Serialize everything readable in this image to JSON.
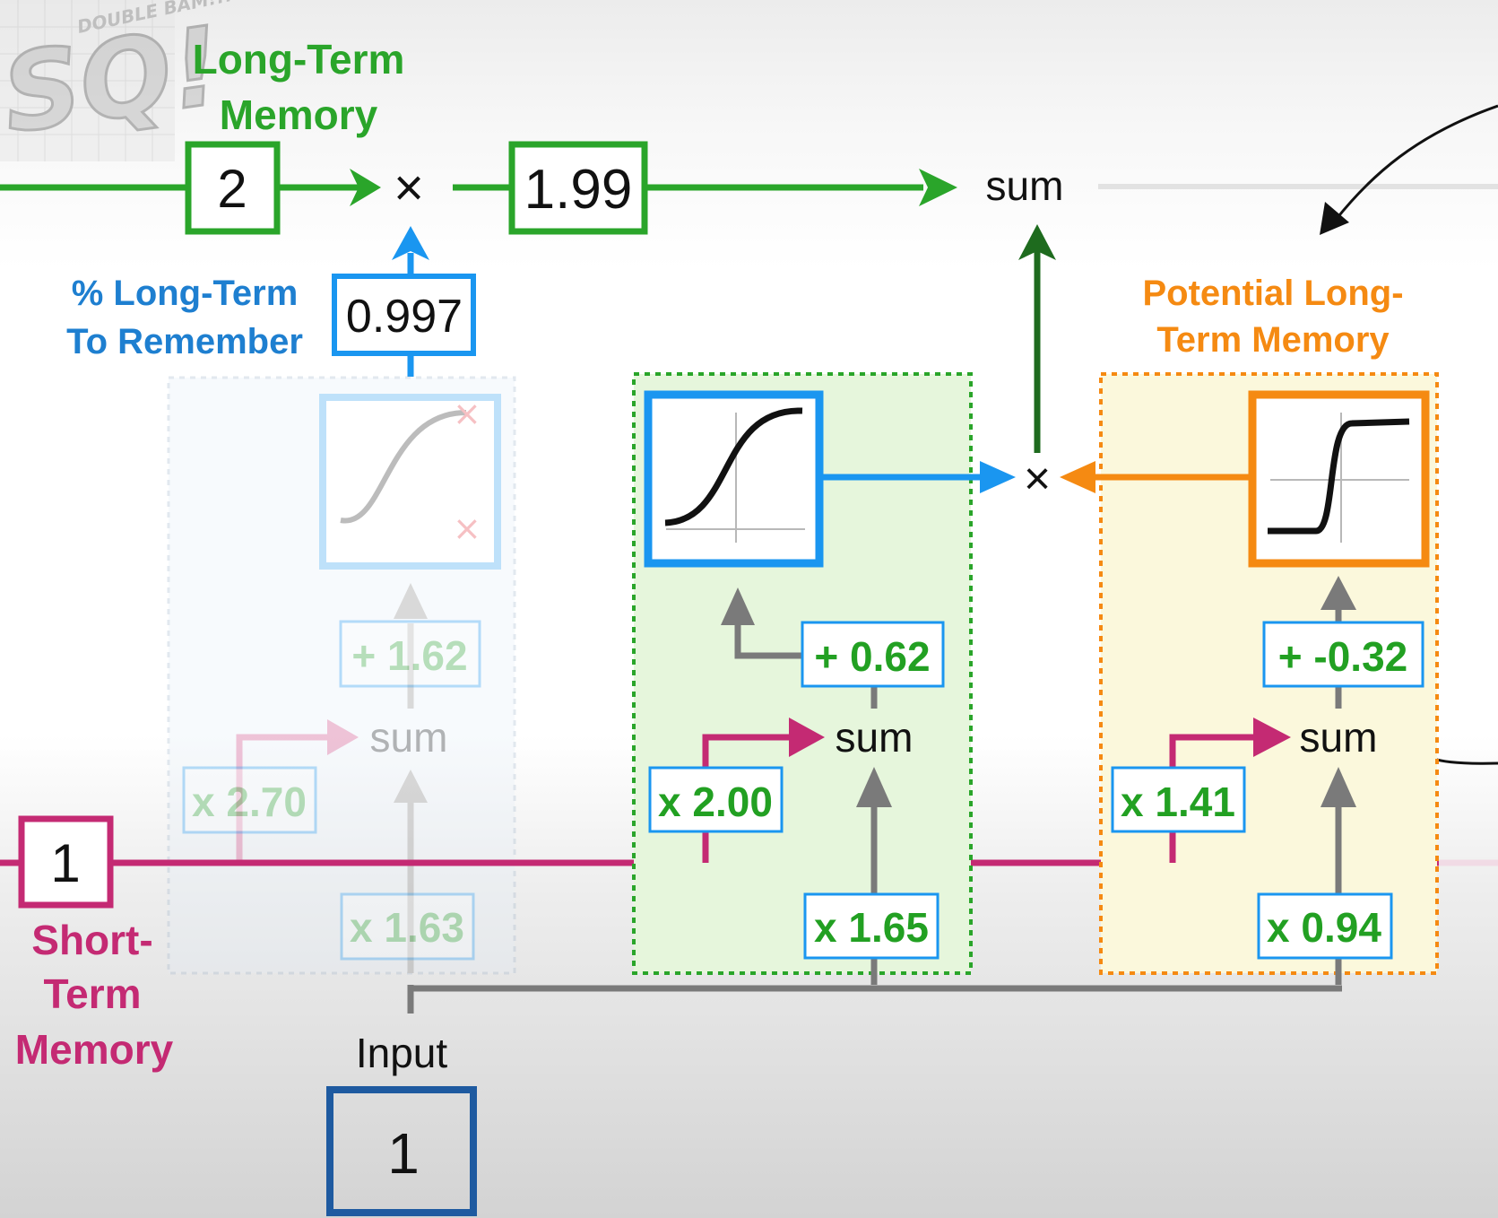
{
  "logo": {
    "big_text": "SQ!",
    "small_text": "DOUBLE BAM!!!"
  },
  "long_term": {
    "title_line1": "Long-Term",
    "title_line2": "Memory",
    "input_value": "2",
    "output_value": "1.99",
    "multiply_symbol": "×",
    "sum_label": "sum"
  },
  "forget_gate": {
    "label_line1": "% Long-Term",
    "label_line2": "To Remember",
    "output_value": "0.997",
    "bias": "+ 1.62",
    "sum_label": "sum",
    "short_term_weight": "x 2.70",
    "input_weight": "x 1.63"
  },
  "input_gate": {
    "bias": "+ 0.62",
    "sum_label": "sum",
    "short_term_weight": "x 2.00",
    "input_weight": "x 1.65"
  },
  "candidate": {
    "label_line1": "Potential Long-",
    "label_line2": "Term Memory",
    "bias": "+ -0.32",
    "sum_label": "sum",
    "short_term_weight": "x 1.41",
    "input_weight": "x 0.94"
  },
  "middle_multiply_symbol": "×",
  "short_term": {
    "value": "1",
    "label_line1": "Short-",
    "label_line2": "Term",
    "label_line3": "Memory"
  },
  "input": {
    "label": "Input",
    "value": "1"
  },
  "colors": {
    "green": "#2aa52a",
    "dark_green": "#1e6b1e",
    "blue": "#1a96f0",
    "orange": "#f58a12",
    "magenta": "#c42a73",
    "gray": "#7a7a7a",
    "navy": "#1e5aa0",
    "value_green": "#22a022"
  }
}
